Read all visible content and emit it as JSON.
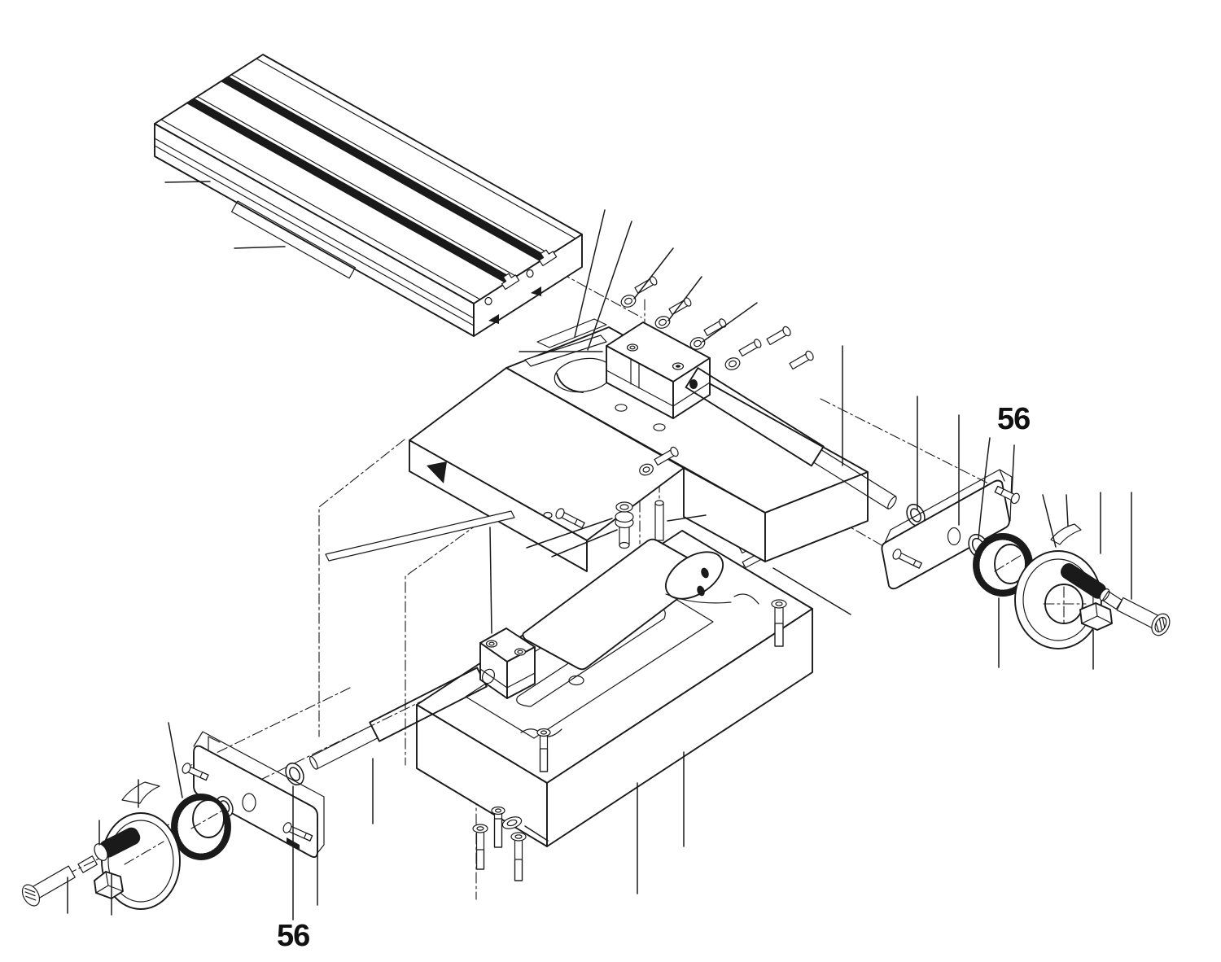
{
  "figure": {
    "type": "exploded-parts-diagram",
    "subject": "cross-slide table assembly",
    "background": "#ffffff",
    "ink": "#1a1a1a",
    "callouts": [
      {
        "text": "56",
        "placement": "upper-right",
        "points_to": "shaft-washer-right"
      },
      {
        "text": "56",
        "placement": "lower-left",
        "points_to": "shaft-washer-left"
      }
    ]
  }
}
